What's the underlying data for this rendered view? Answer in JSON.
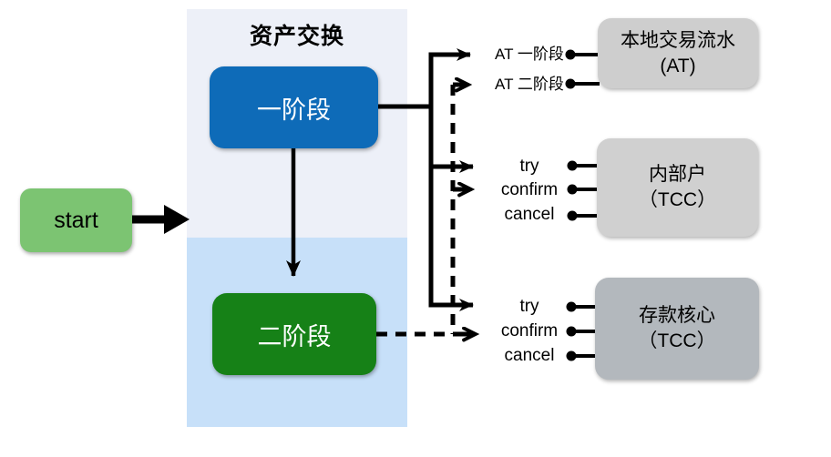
{
  "diagram": {
    "title": "资产交换",
    "start_label": "start",
    "phase1_label": "一阶段",
    "phase2_label": "二阶段",
    "at_labels": [
      "AT 一阶段",
      "AT 二阶段"
    ],
    "tcc_labels_mid": [
      "try",
      "confirm",
      "cancel"
    ],
    "tcc_labels_bottom": [
      "try",
      "confirm",
      "cancel"
    ],
    "targets": [
      {
        "line1": "本地交易流水",
        "line2": "(AT)"
      },
      {
        "line1": "内部户",
        "line2": "（TCC）"
      },
      {
        "line1": "存款核心",
        "line2": "（TCC）"
      }
    ],
    "colors": {
      "start_green": "#7cc472",
      "phase1_blue": "#0e6bb8",
      "phase2_green": "#168117",
      "lane_top": "#edf0f8",
      "lane_bottom": "#c7e0f9",
      "target_light_gray": "#cecece",
      "target_mid_gray": "#d0d0d0",
      "target_dark_gray": "#b3b8bd",
      "line_black": "#000000"
    }
  }
}
